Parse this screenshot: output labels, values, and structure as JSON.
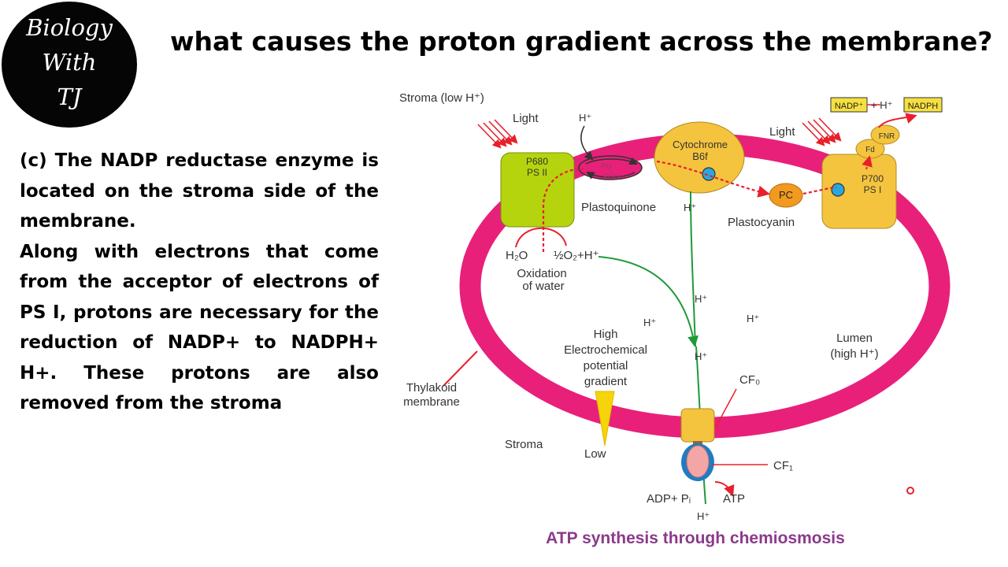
{
  "logo": {
    "line1": "Biology",
    "line2": "With",
    "line3": "TJ"
  },
  "headline": "what causes the proton gradient across the membrane?",
  "explanation": {
    "para1": "(c) The NADP reductase enzyme is located on the stroma side of the membrane.",
    "para2": "Along with electrons that come from the acceptor of electrons of PS I, protons are necessary for the reduction of NADP+ to NADPH+ H+. These protons are also removed from the stroma"
  },
  "diagram": {
    "caption": "ATP synthesis through chemiosmosis",
    "labels": {
      "stroma_low": "Stroma (low H⁺)",
      "light": "Light",
      "hplus": "H⁺",
      "ps2_a": "P680",
      "ps2_b": "PS II",
      "pq": "PQ",
      "pqh2": "PQH₂",
      "plastoquinone": "Plastoquinone",
      "cyt_a": "Cytochrome",
      "cyt_b": "B6f",
      "pc": "PC",
      "plastocyanin": "Plastocyanin",
      "ps1_a": "P700",
      "ps1_b": "PS I",
      "fd": "Fd",
      "fnr": "FNR",
      "nadp": "NADP⁺",
      "plus_h": "+ H⁺",
      "nadph": "NADPH",
      "h2o": "H₂O",
      "o2": "½O₂+H⁺",
      "oxidation_a": "Oxidation",
      "oxidation_b": "of water",
      "high": "High",
      "electrochemical": "Electrochemical",
      "potential": "potential",
      "gradient": "gradient",
      "lumen_a": "Lumen",
      "lumen_b": "(high H⁺)",
      "thylakoid_a": "Thylakoid",
      "thylakoid_b": "membrane",
      "stroma": "Stroma",
      "low": "Low",
      "cf0": "CF₀",
      "cf1": "CF₁",
      "adp": "ADP+ Pᵢ",
      "atp": "ATP"
    }
  },
  "colors": {
    "membrane": "#E8207A",
    "ps2": "#B5D40D",
    "complex": "#F5C43E",
    "electron_path": "#E8202C",
    "proton_path": "#1E9A38",
    "caption": "#8B3A8B"
  }
}
